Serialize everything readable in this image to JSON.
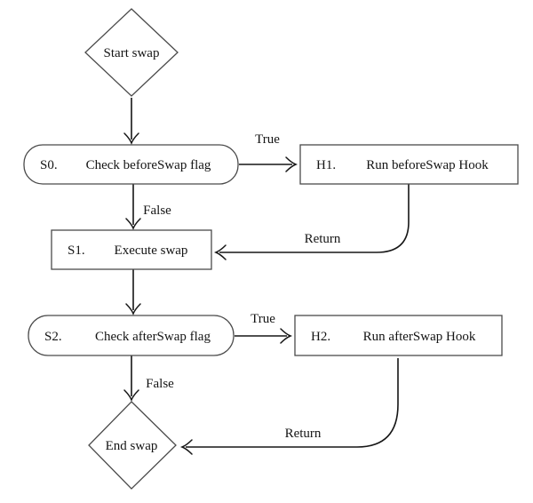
{
  "diagram": {
    "type": "flowchart",
    "topic": "swap lifecycle with hooks",
    "colors": {
      "background": "#ffffff",
      "node_stroke": "#4a4a4a",
      "edge_stroke": "#161616",
      "text": "#141414"
    },
    "nodes": {
      "start": {
        "shape": "diamond",
        "label": "Start swap"
      },
      "s0": {
        "shape": "rounded-rect",
        "id": "S0.",
        "label": "Check beforeSwap flag"
      },
      "h1": {
        "shape": "rect",
        "id": "H1.",
        "label": "Run beforeSwap Hook"
      },
      "s1": {
        "shape": "rect",
        "id": "S1.",
        "label": "Execute swap"
      },
      "s2": {
        "shape": "rounded-rect",
        "id": "S2.",
        "label": "Check afterSwap flag"
      },
      "h2": {
        "shape": "rect",
        "id": "H2.",
        "label": "Run afterSwap Hook"
      },
      "end": {
        "shape": "diamond",
        "label": "End swap"
      }
    },
    "edges": {
      "start_to_s0": {
        "from": "start",
        "to": "s0",
        "label": ""
      },
      "s0_to_h1": {
        "from": "s0",
        "to": "h1",
        "label": "True"
      },
      "s0_to_s1": {
        "from": "s0",
        "to": "s1",
        "label": "False"
      },
      "h1_to_s1": {
        "from": "h1",
        "to": "s1",
        "label": "Return"
      },
      "s1_to_s2": {
        "from": "s1",
        "to": "s2",
        "label": ""
      },
      "s2_to_h2": {
        "from": "s2",
        "to": "h2",
        "label": "True"
      },
      "s2_to_end": {
        "from": "s2",
        "to": "end",
        "label": "False"
      },
      "h2_to_end": {
        "from": "h2",
        "to": "end",
        "label": "Return"
      }
    }
  }
}
